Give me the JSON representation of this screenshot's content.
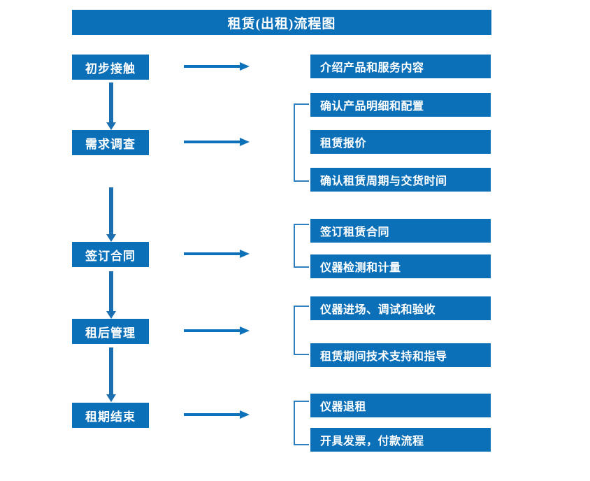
{
  "chart_data": {
    "type": "diagram",
    "diagram_kind": "flowchart",
    "title": "租赁(出租)流程图",
    "orientation": "vertical-stages-with-right-detail-branches",
    "accent_color": "#0C70B8",
    "connector_color": "#2F7FC0",
    "text_color": "#FFFFFF",
    "background": "#FFFFFF",
    "stages": [
      {
        "id": "stage-1",
        "label": "初步接触",
        "details": [
          "介绍产品和服务内容"
        ],
        "has_bracket": false
      },
      {
        "id": "stage-2",
        "label": "需求调查",
        "details": [
          "确认产品明细和配置",
          "租赁报价",
          "确认租赁周期与交货时间"
        ],
        "has_bracket": true
      },
      {
        "id": "stage-3",
        "label": "签订合同",
        "details": [
          "签订租赁合同",
          "仪器检测和计量"
        ],
        "has_bracket": true
      },
      {
        "id": "stage-4",
        "label": "租后管理",
        "details": [
          "仪器进场、调试和验收",
          "租赁期间技术支持和指导"
        ],
        "has_bracket": true
      },
      {
        "id": "stage-5",
        "label": "租期结束",
        "details": [
          "仪器退租",
          "开具发票，付款流程"
        ],
        "has_bracket": true
      }
    ]
  },
  "header": {
    "title": "租赁(出租)流程图"
  },
  "stages": [
    {
      "label": "初步接触"
    },
    {
      "label": "需求调查"
    },
    {
      "label": "签订合同"
    },
    {
      "label": "租后管理"
    },
    {
      "label": "租期结束"
    }
  ],
  "details": {
    "group1": [
      {
        "label": "介绍产品和服务内容"
      }
    ],
    "group2": [
      {
        "label": "确认产品明细和配置"
      },
      {
        "label": "租赁报价"
      },
      {
        "label": "确认租赁周期与交货时间"
      }
    ],
    "group3": [
      {
        "label": "签订租赁合同"
      },
      {
        "label": "仪器检测和计量"
      }
    ],
    "group4": [
      {
        "label": "仪器进场、调试和验收"
      },
      {
        "label": "租赁期间技术支持和指导"
      }
    ],
    "group5": [
      {
        "label": "仪器退租"
      },
      {
        "label": "开具发票，付款流程"
      }
    ]
  },
  "connectors": {
    "flow_arrow_icon": "arrow-right-icon",
    "stage_arrow_icon": "arrow-down-icon",
    "bracket_icon": "bracket-left-icon"
  }
}
